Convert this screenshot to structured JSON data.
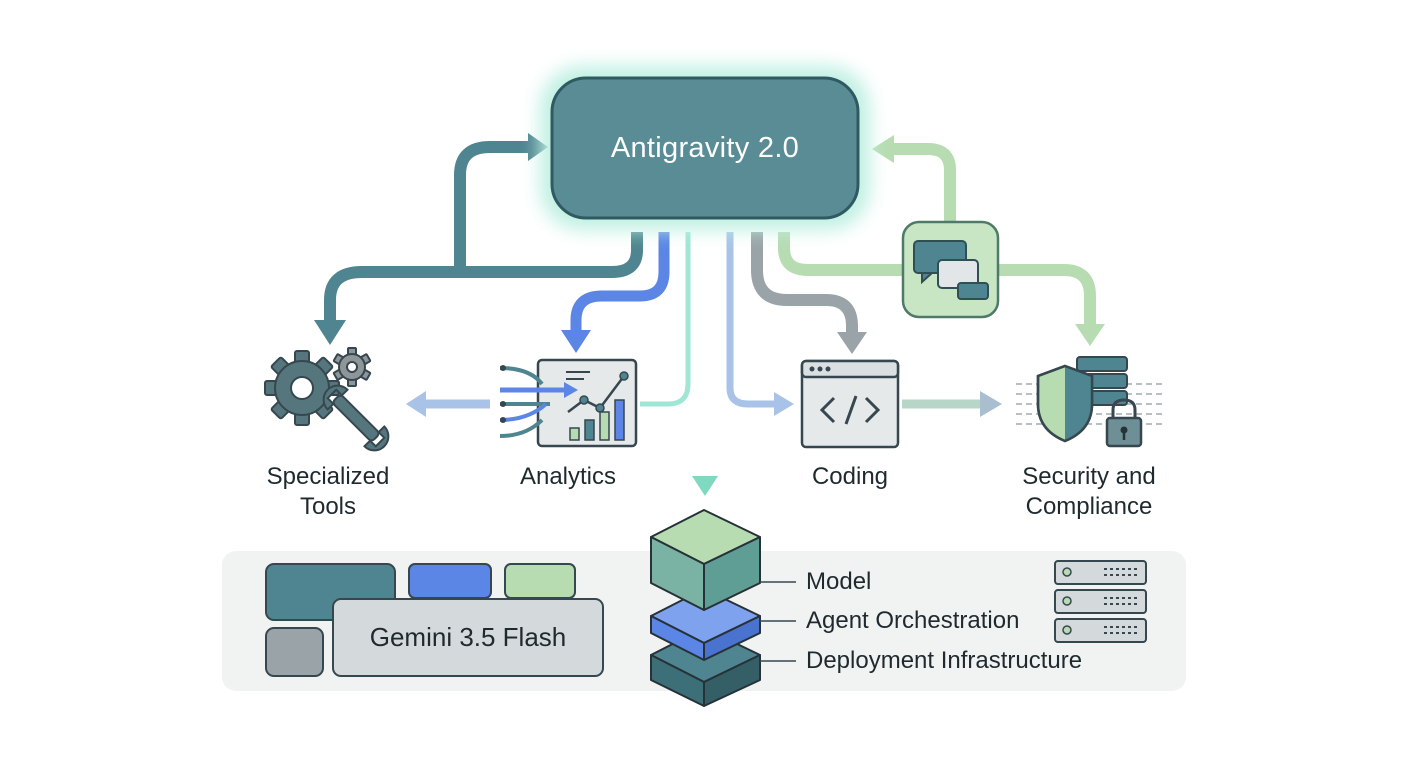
{
  "hub": {
    "title": "Antigravity 2.0"
  },
  "components": [
    {
      "id": "tools",
      "label_line1": "Specialized",
      "label_line2": "Tools",
      "icon": "gears-wrench-icon"
    },
    {
      "id": "analytics",
      "label_line1": "Analytics",
      "icon": "analytics-chart-icon"
    },
    {
      "id": "coding",
      "label_line1": "Coding",
      "icon": "code-window-icon"
    },
    {
      "id": "security",
      "label_line1": "Security and",
      "label_line2": "Compliance",
      "icon": "shield-lock-icon"
    }
  ],
  "chat_node": {
    "icon": "chat-bubbles-icon"
  },
  "stack": {
    "layers": [
      "Model",
      "Agent Orchestration",
      "Deployment Infrastructure"
    ],
    "server_icon": "server-rack-icon"
  },
  "platform": {
    "title": "Gemini 3.5 Flash"
  },
  "colors": {
    "teal": "#4f8590",
    "teal_dark": "#3d6f78",
    "blue": "#5b86e5",
    "green_light": "#b7dcb2",
    "mint_glow": "#8fe3cf",
    "gray": "#9aa3a7",
    "panel": "#f1f2f2"
  }
}
